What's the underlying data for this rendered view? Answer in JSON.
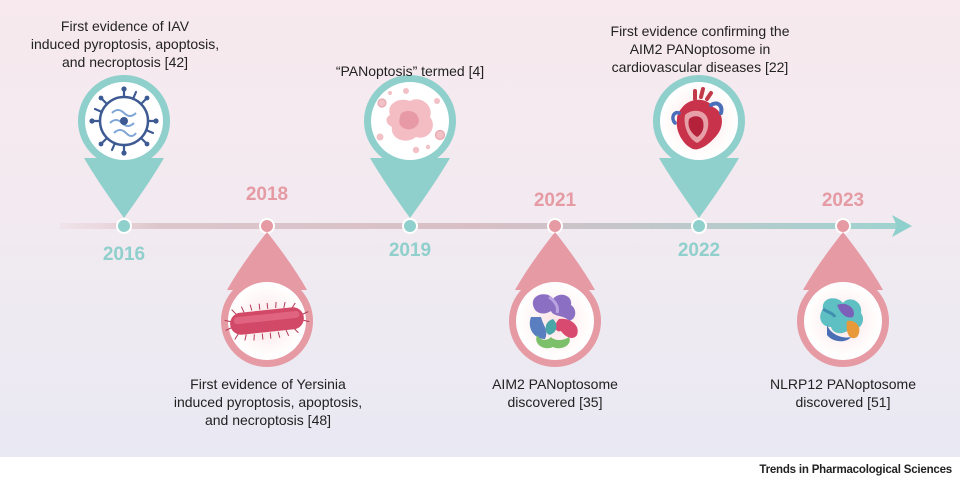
{
  "footer": {
    "credit": "Trends in Pharmacological Sciences"
  },
  "colors": {
    "teal": "#8fcfcc",
    "teal_dark": "#6fbab6",
    "rose": "#e59aa4",
    "rose_dark": "#d97a86",
    "arrow_teal": "#8fcfcc",
    "arrow_rose": "#e7b3bb"
  },
  "events": [
    {
      "year": "2016",
      "side": "top",
      "color": "teal",
      "text": "First evidence of IAV\ninduced pyroptosis, apoptosis,\nand necroptosis [42]",
      "icon": "influenza-virus-icon"
    },
    {
      "year": "2018",
      "side": "bottom",
      "color": "rose",
      "text": "First evidence of Yersinia\ninduced pyroptosis, apoptosis,\nand necroptosis [48]",
      "icon": "bacterium-icon"
    },
    {
      "year": "2019",
      "side": "top",
      "color": "teal",
      "text": "“PANoptosis” termed [4]",
      "icon": "dying-cell-icon"
    },
    {
      "year": "2021",
      "side": "bottom",
      "color": "rose",
      "text": "AIM2 PANoptosome\ndiscovered [35]",
      "icon": "protein-complex-icon"
    },
    {
      "year": "2022",
      "side": "top",
      "color": "teal",
      "text": "First evidence confirming the\nAIM2 PANoptosome in\ncardiovascular diseases [22]",
      "icon": "heart-icon"
    },
    {
      "year": "2023",
      "side": "bottom",
      "color": "rose",
      "text": "NLRP12 PANoptosome\ndiscovered [51]",
      "icon": "protein-complex-icon"
    }
  ]
}
